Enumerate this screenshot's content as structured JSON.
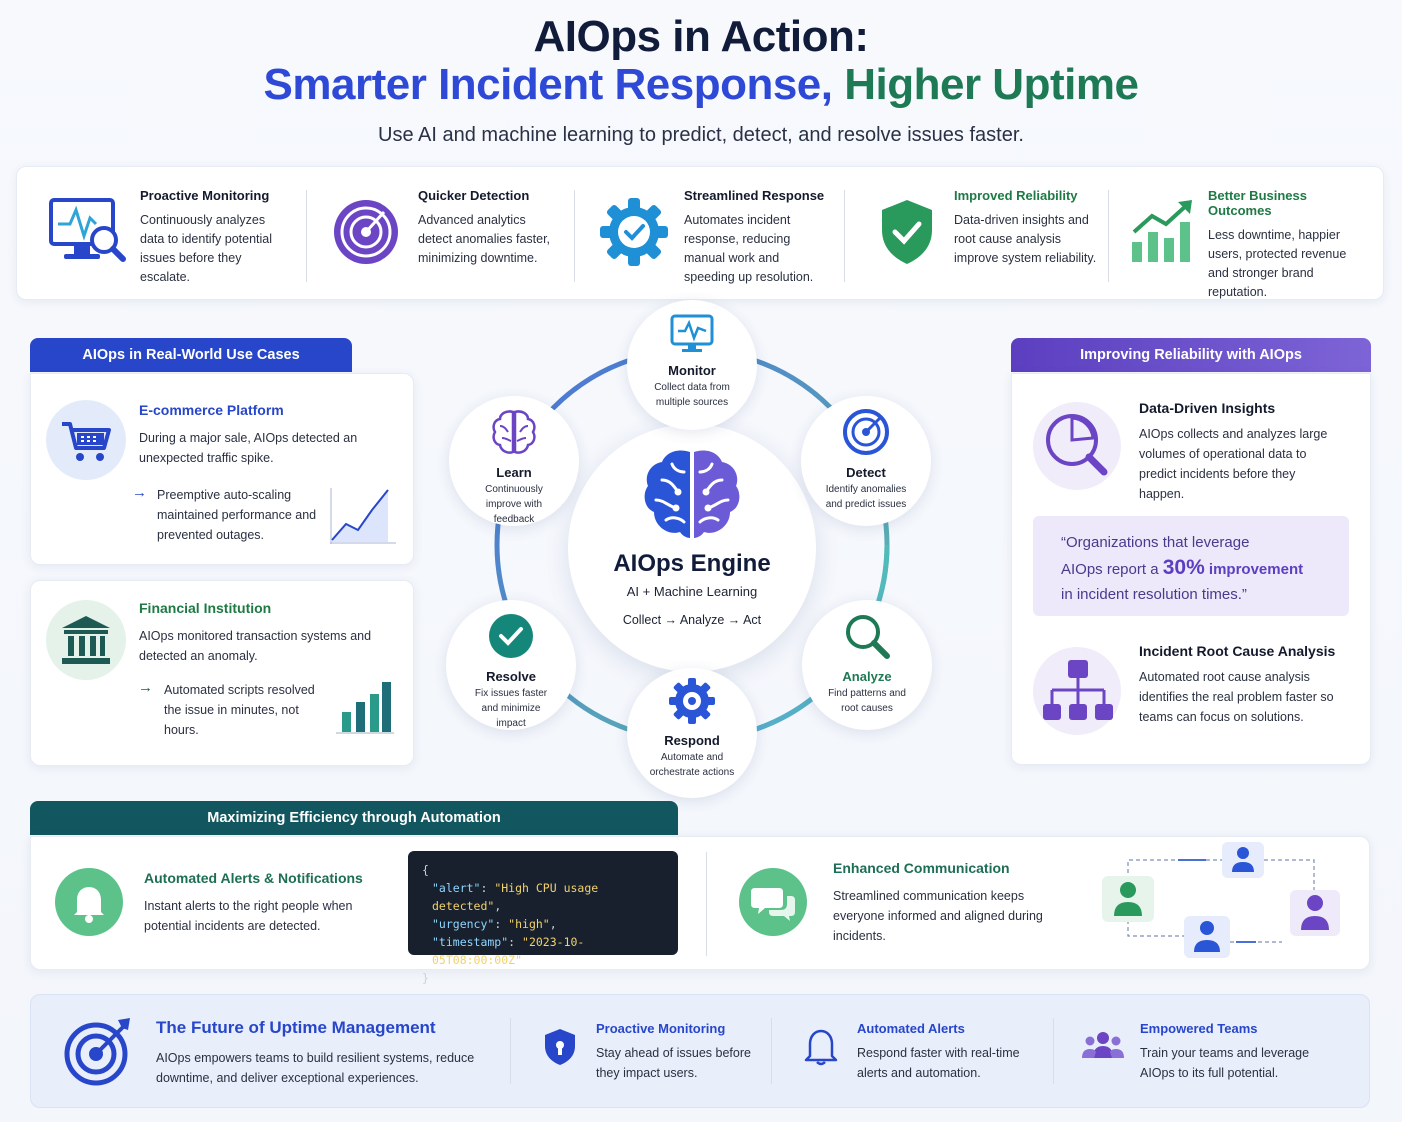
{
  "header": {
    "title_line1": "AIOps in Action:",
    "title_part_a": "Smarter Incident Response,",
    "title_part_b": "Higher Uptime",
    "subtitle": "Use AI and machine learning to predict, detect, and resolve issues faster."
  },
  "benefits": [
    {
      "title": "Proactive Monitoring",
      "desc": "Continuously analyzes data to identify potential issues before they escalate.",
      "icon": "monitor-magnifier-icon"
    },
    {
      "title": "Quicker Detection",
      "desc": "Advanced analytics detect anomalies faster, minimizing downtime.",
      "icon": "radar-target-icon"
    },
    {
      "title": "Streamlined Response",
      "desc": "Automates incident response, reducing manual work and speeding up resolution.",
      "icon": "gear-check-icon"
    },
    {
      "title": "Improved Reliability",
      "desc": "Data-driven insights and root cause analysis improve system reliability.",
      "icon": "shield-check-icon"
    },
    {
      "title": "Better Business Outcomes",
      "desc": "Less downtime, happier users, protected revenue and stronger brand reputation.",
      "icon": "growth-chart-icon"
    }
  ],
  "colors": {
    "blue": "#2e49d6",
    "green": "#1e7a55",
    "purple": "#6a4fc7",
    "teal": "#12575f",
    "light_green": "#4caf75"
  },
  "use_cases": {
    "tab": "AIOps in Real-World Use Cases",
    "items": [
      {
        "title": "E-commerce Platform",
        "desc": "During a major sale, AIOps detected an unexpected traffic spike.",
        "result": "Preemptive auto-scaling maintained performance and prevented outages.",
        "icon": "shopping-cart-icon"
      },
      {
        "title": "Financial Institution",
        "desc": "AIOps monitored transaction systems and detected an anomaly.",
        "result": "Automated scripts resolved the issue in minutes, not hours.",
        "icon": "bank-icon"
      }
    ]
  },
  "engine": {
    "title": "AIOps Engine",
    "subtitle": "AI + Machine Learning",
    "flow": [
      "Collect",
      "Analyze",
      "Act"
    ],
    "nodes": [
      {
        "id": "monitor",
        "title": "Monitor",
        "desc": "Collect data from multiple sources"
      },
      {
        "id": "detect",
        "title": "Detect",
        "desc": "Identify anomalies and predict issues"
      },
      {
        "id": "analyze",
        "title": "Analyze",
        "desc": "Find patterns and root causes"
      },
      {
        "id": "respond",
        "title": "Respond",
        "desc": "Automate and orchestrate actions"
      },
      {
        "id": "resolve",
        "title": "Resolve",
        "desc": "Fix issues faster and minimize impact"
      },
      {
        "id": "learn",
        "title": "Learn",
        "desc": "Continuously improve with feedback"
      }
    ]
  },
  "reliability": {
    "tab": "Improving Reliability with AIOps",
    "insights_title": "Data-Driven Insights",
    "insights_desc": "AIOps collects and analyzes large volumes of operational data to predict incidents before they happen.",
    "quote_pre": "“Organizations that leverage",
    "quote_mid": "AIOps report a",
    "quote_pct": "30%",
    "quote_hl": "improvement",
    "quote_post": "in incident resolution times.”",
    "rca_title": "Incident Root Cause Analysis",
    "rca_desc": "Automated root cause analysis identifies the real problem faster so teams can focus on solutions."
  },
  "automation": {
    "tab": "Maximizing Efficiency through Automation",
    "alerts_title": "Automated Alerts & Notifications",
    "alerts_desc": "Instant alerts to the right people when potential incidents are detected.",
    "code": {
      "open": "{",
      "k1": "\"alert\"",
      "v1": "\"High CPU usage detected\"",
      "k2": "\"urgency\"",
      "v2": "\"high\"",
      "k3": "\"timestamp\"",
      "v3": "\"2023-10-05T08:00:00Z\"",
      "close": "}"
    },
    "comm_title": "Enhanced Communication",
    "comm_desc": "Streamlined communication keeps everyone informed and aligned during incidents."
  },
  "future": {
    "title": "The Future of Uptime Management",
    "desc": "AIOps empowers teams to build resilient systems, reduce downtime, and deliver exceptional experiences.",
    "items": [
      {
        "title": "Proactive Monitoring",
        "desc": "Stay ahead of issues before they impact users."
      },
      {
        "title": "Automated Alerts",
        "desc": "Respond faster with real-time alerts and automation."
      },
      {
        "title": "Empowered Teams",
        "desc": "Train your teams and leverage AIOps to its full potential."
      }
    ]
  }
}
